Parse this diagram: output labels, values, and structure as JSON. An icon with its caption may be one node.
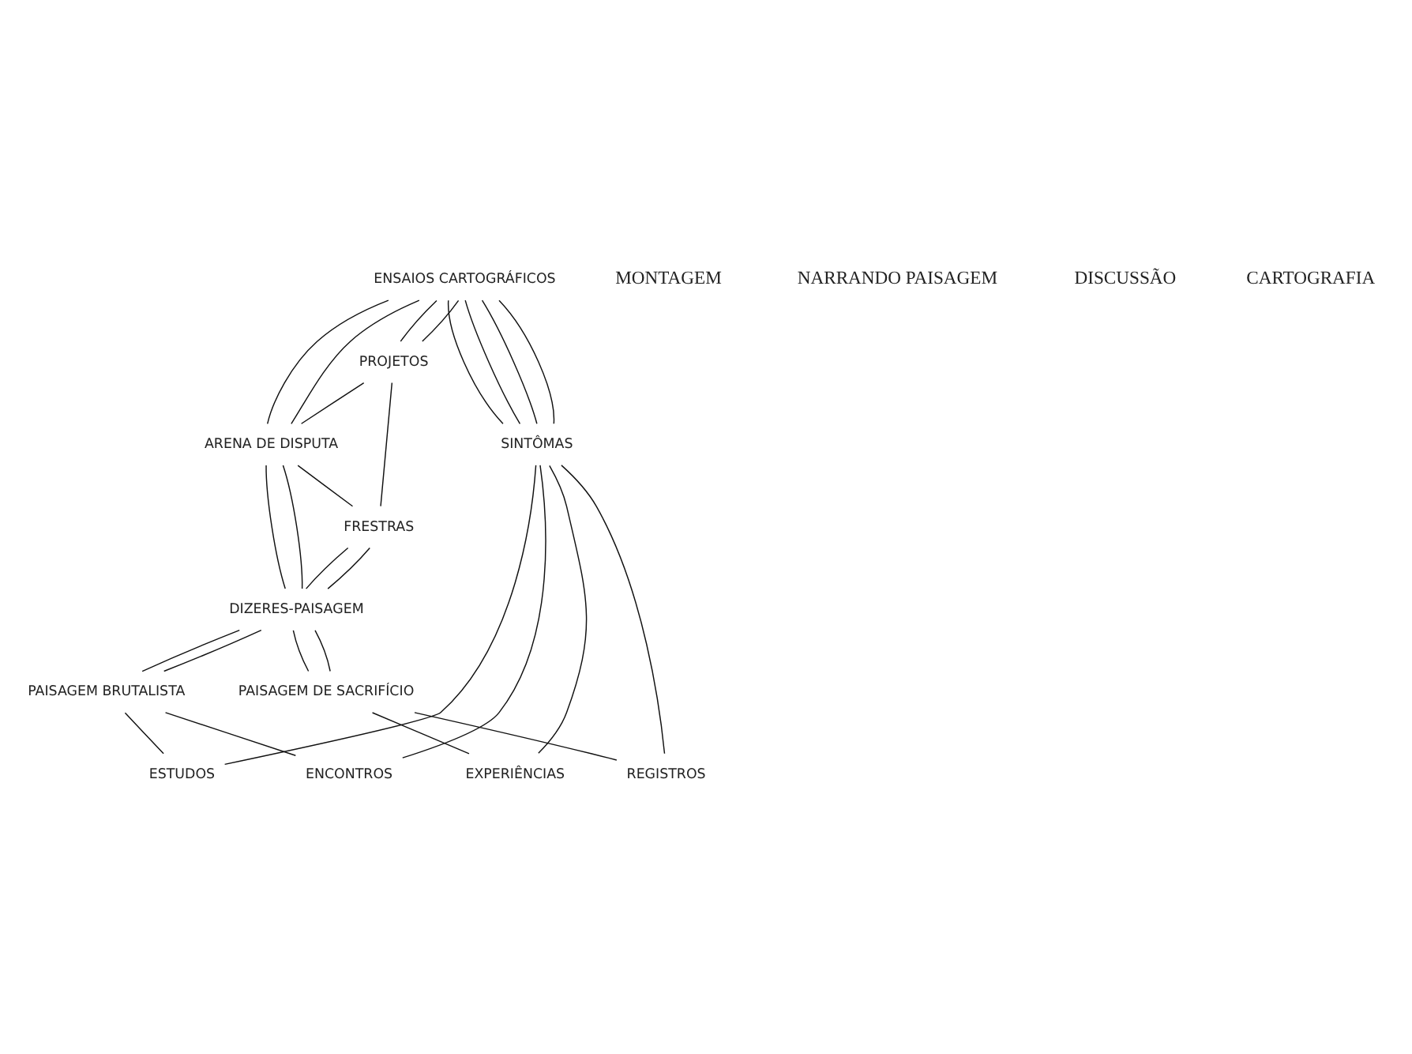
{
  "diagram": {
    "nodes": [
      {
        "text": [
          "FRESTRAS"
        ]
      },
      {
        "text": [
          "ARENA DE DISPUTA"
        ]
      },
      {
        "text": [
          "PROJETOS"
        ]
      },
      {
        "text": [
          "ENSAIOS CARTOGRÁFICOS"
        ]
      },
      {
        "text": [
          "SINTÔMAS"
        ]
      },
      {
        "text": [
          "DIZERES-PAISAGEM"
        ]
      },
      {
        "text": [
          "PAISAGEM BRUTALISTA"
        ]
      },
      {
        "text": [
          "EXPERIÊNCIAS"
        ]
      },
      {
        "text": [
          "PAISAGEM DE SACRIFÍCIO"
        ]
      },
      {
        "text": [
          "ESTUDOS"
        ]
      },
      {
        "text": [
          "REGISTROS"
        ]
      },
      {
        "text": [
          "ENCONTROS"
        ]
      }
    ],
    "edges": [
      {
        "from": 3,
        "to": 2,
        "arrow": "none"
      },
      {
        "from": 3,
        "to": 2,
        "arrow": "none"
      },
      {
        "from": 2,
        "to": 1,
        "arrow": "none"
      },
      {
        "from": 2,
        "to": 0,
        "arrow": "none"
      },
      {
        "from": 3,
        "to": 1,
        "arrow": "none"
      },
      {
        "from": 3,
        "to": 1,
        "arrow": "none"
      },
      {
        "from": 1,
        "to": 0,
        "arrow": "none"
      },
      {
        "from": 1,
        "to": 5,
        "arrow": "none"
      },
      {
        "from": 1,
        "to": 5,
        "arrow": "none"
      },
      {
        "from": 0,
        "to": 5,
        "arrow": "none"
      },
      {
        "from": 0,
        "to": 5,
        "arrow": "none"
      },
      {
        "from": 5,
        "to": 6,
        "arrow": "none"
      },
      {
        "from": 5,
        "to": 6,
        "arrow": "none"
      },
      {
        "from": 5,
        "to": 8,
        "arrow": "none"
      },
      {
        "from": 5,
        "to": 8,
        "arrow": "none"
      },
      {
        "from": 6,
        "to": 9,
        "arrow": "none"
      },
      {
        "from": 6,
        "to": 11,
        "arrow": "none"
      },
      {
        "from": 8,
        "to": 7,
        "arrow": "none"
      },
      {
        "from": 8,
        "to": 10,
        "arrow": "none"
      },
      {
        "from": 3,
        "to": 4,
        "arrow": "none"
      },
      {
        "from": 3,
        "to": 4,
        "arrow": "none"
      },
      {
        "from": 3,
        "to": 4,
        "arrow": "none"
      },
      {
        "from": 3,
        "to": 4,
        "arrow": "none"
      },
      {
        "from": 4,
        "to": 9,
        "arrow": "none"
      },
      {
        "from": 4,
        "to": 11,
        "arrow": "none"
      },
      {
        "from": 4,
        "to": 7,
        "arrow": "none"
      },
      {
        "from": 4,
        "to": 10,
        "arrow": "none"
      }
    ],
    "labels": [
      "MONTAGEM",
      "NARRANDO PAISAGEM",
      "DISCUSSÃO",
      "CARTOGRAFIA"
    ]
  }
}
